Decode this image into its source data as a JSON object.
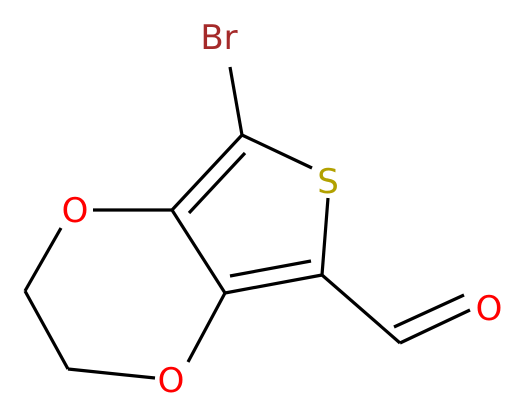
{
  "colors": {
    "bond": "#000000",
    "Br": "#a52a2a",
    "S": "#b2a100",
    "O": "#ff0000"
  },
  "atoms": [
    {
      "id": "Br",
      "label": "Br",
      "element": "Br"
    },
    {
      "id": "S",
      "label": "S",
      "element": "S"
    },
    {
      "id": "O1",
      "label": "O",
      "element": "O"
    },
    {
      "id": "O2",
      "label": "O",
      "element": "O"
    },
    {
      "id": "O3",
      "label": "O",
      "element": "O"
    }
  ]
}
